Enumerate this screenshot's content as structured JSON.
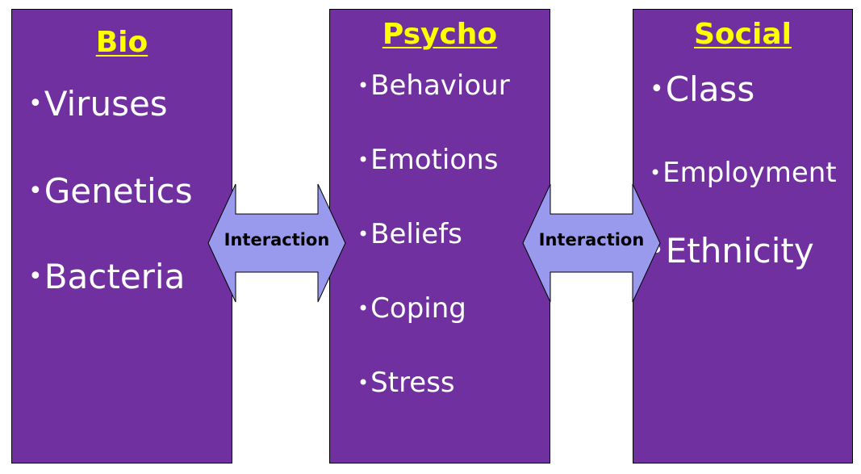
{
  "columns": {
    "bio": {
      "heading": "Bio",
      "bullet": "•",
      "items": [
        "Viruses",
        "Genetics",
        "Bacteria"
      ]
    },
    "psycho": {
      "heading": "Psycho",
      "bullet": "•",
      "items": [
        "Behaviour",
        "Emotions",
        "Beliefs",
        "Coping",
        "Stress"
      ]
    },
    "social": {
      "heading": "Social",
      "bullet": "•",
      "items": [
        "Class",
        "Employment",
        "Ethnicity"
      ]
    }
  },
  "arrows": [
    {
      "label": "Interaction"
    },
    {
      "label": "Interaction"
    }
  ],
  "colors": {
    "box_fill": "#7030A0",
    "heading_text": "#FFFF00",
    "item_text": "#FFFFFF",
    "arrow_fill": "#9999EE",
    "arrow_label": "#000000"
  }
}
